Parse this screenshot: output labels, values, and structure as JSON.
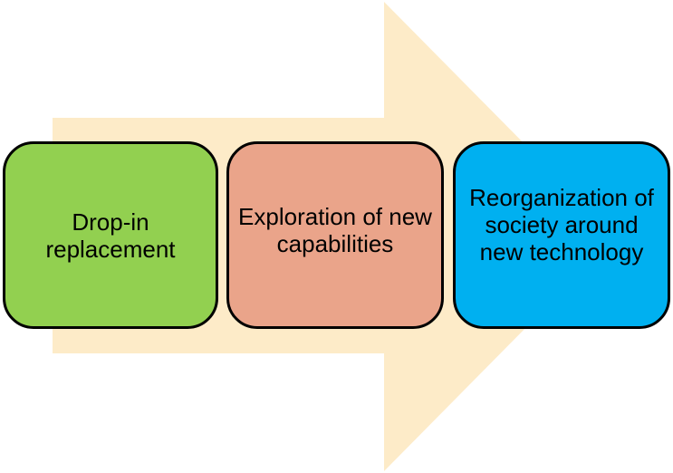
{
  "diagram": {
    "arrow_color": "#FDEBC8",
    "stages": [
      {
        "label": "Drop-in replacement",
        "color": "#92D050"
      },
      {
        "label": "Exploration of new capabilities",
        "color": "#EAA48A"
      },
      {
        "label": "Reorganization of society around new technology",
        "color": "#00B0F0"
      }
    ]
  }
}
